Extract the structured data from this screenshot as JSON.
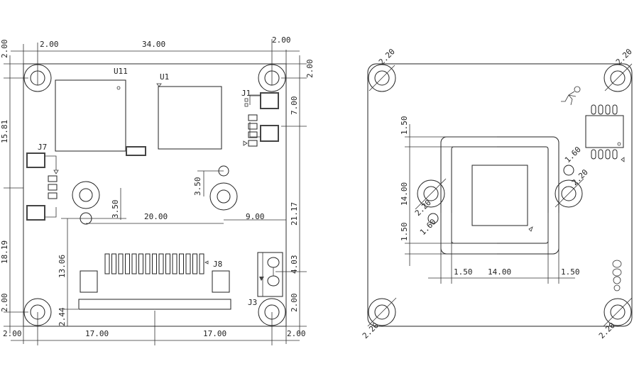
{
  "left_view": {
    "designators": {
      "u11": "U11",
      "u1": "U1",
      "j1": "J1",
      "j7": "J7",
      "j8": "J8",
      "j3": "J3"
    },
    "dimensions": {
      "top_total": "34.00",
      "top_left": "2.00",
      "top_right": "2.00",
      "left_top": "2.00",
      "left_upper": "15.81",
      "left_lower": "18.19",
      "left_bottom": "2.00",
      "right_top": "2.00",
      "right_j1": "7.00",
      "right_mid": "21.17",
      "right_j3": "4.03",
      "right_bottom": "2.00",
      "bottom_left_edge": "2.00",
      "bottom_left": "17.00",
      "bottom_right": "17.00",
      "bottom_right_edge": "2.00",
      "hole_offset_right": "3.50",
      "hole_offset_left": "3.50",
      "hole_span": "20.00",
      "hole_to_edge": "9.00",
      "j8_height": "13.06",
      "j8_offset": "2.44"
    }
  },
  "right_view": {
    "dimensions": {
      "hole_tl": "2.20",
      "hole_tr": "2.20",
      "hole_bl": "2.20",
      "hole_br": "2.20",
      "mid_hole_left": "2.20",
      "mid_hole_right": "2.20",
      "pin_left": "1.60",
      "pin_right": "1.60",
      "v_top": "1.50",
      "v_mid": "14.00",
      "v_bottom": "1.50",
      "h_left": "1.50",
      "h_mid": "14.00",
      "h_right": "1.50"
    }
  }
}
